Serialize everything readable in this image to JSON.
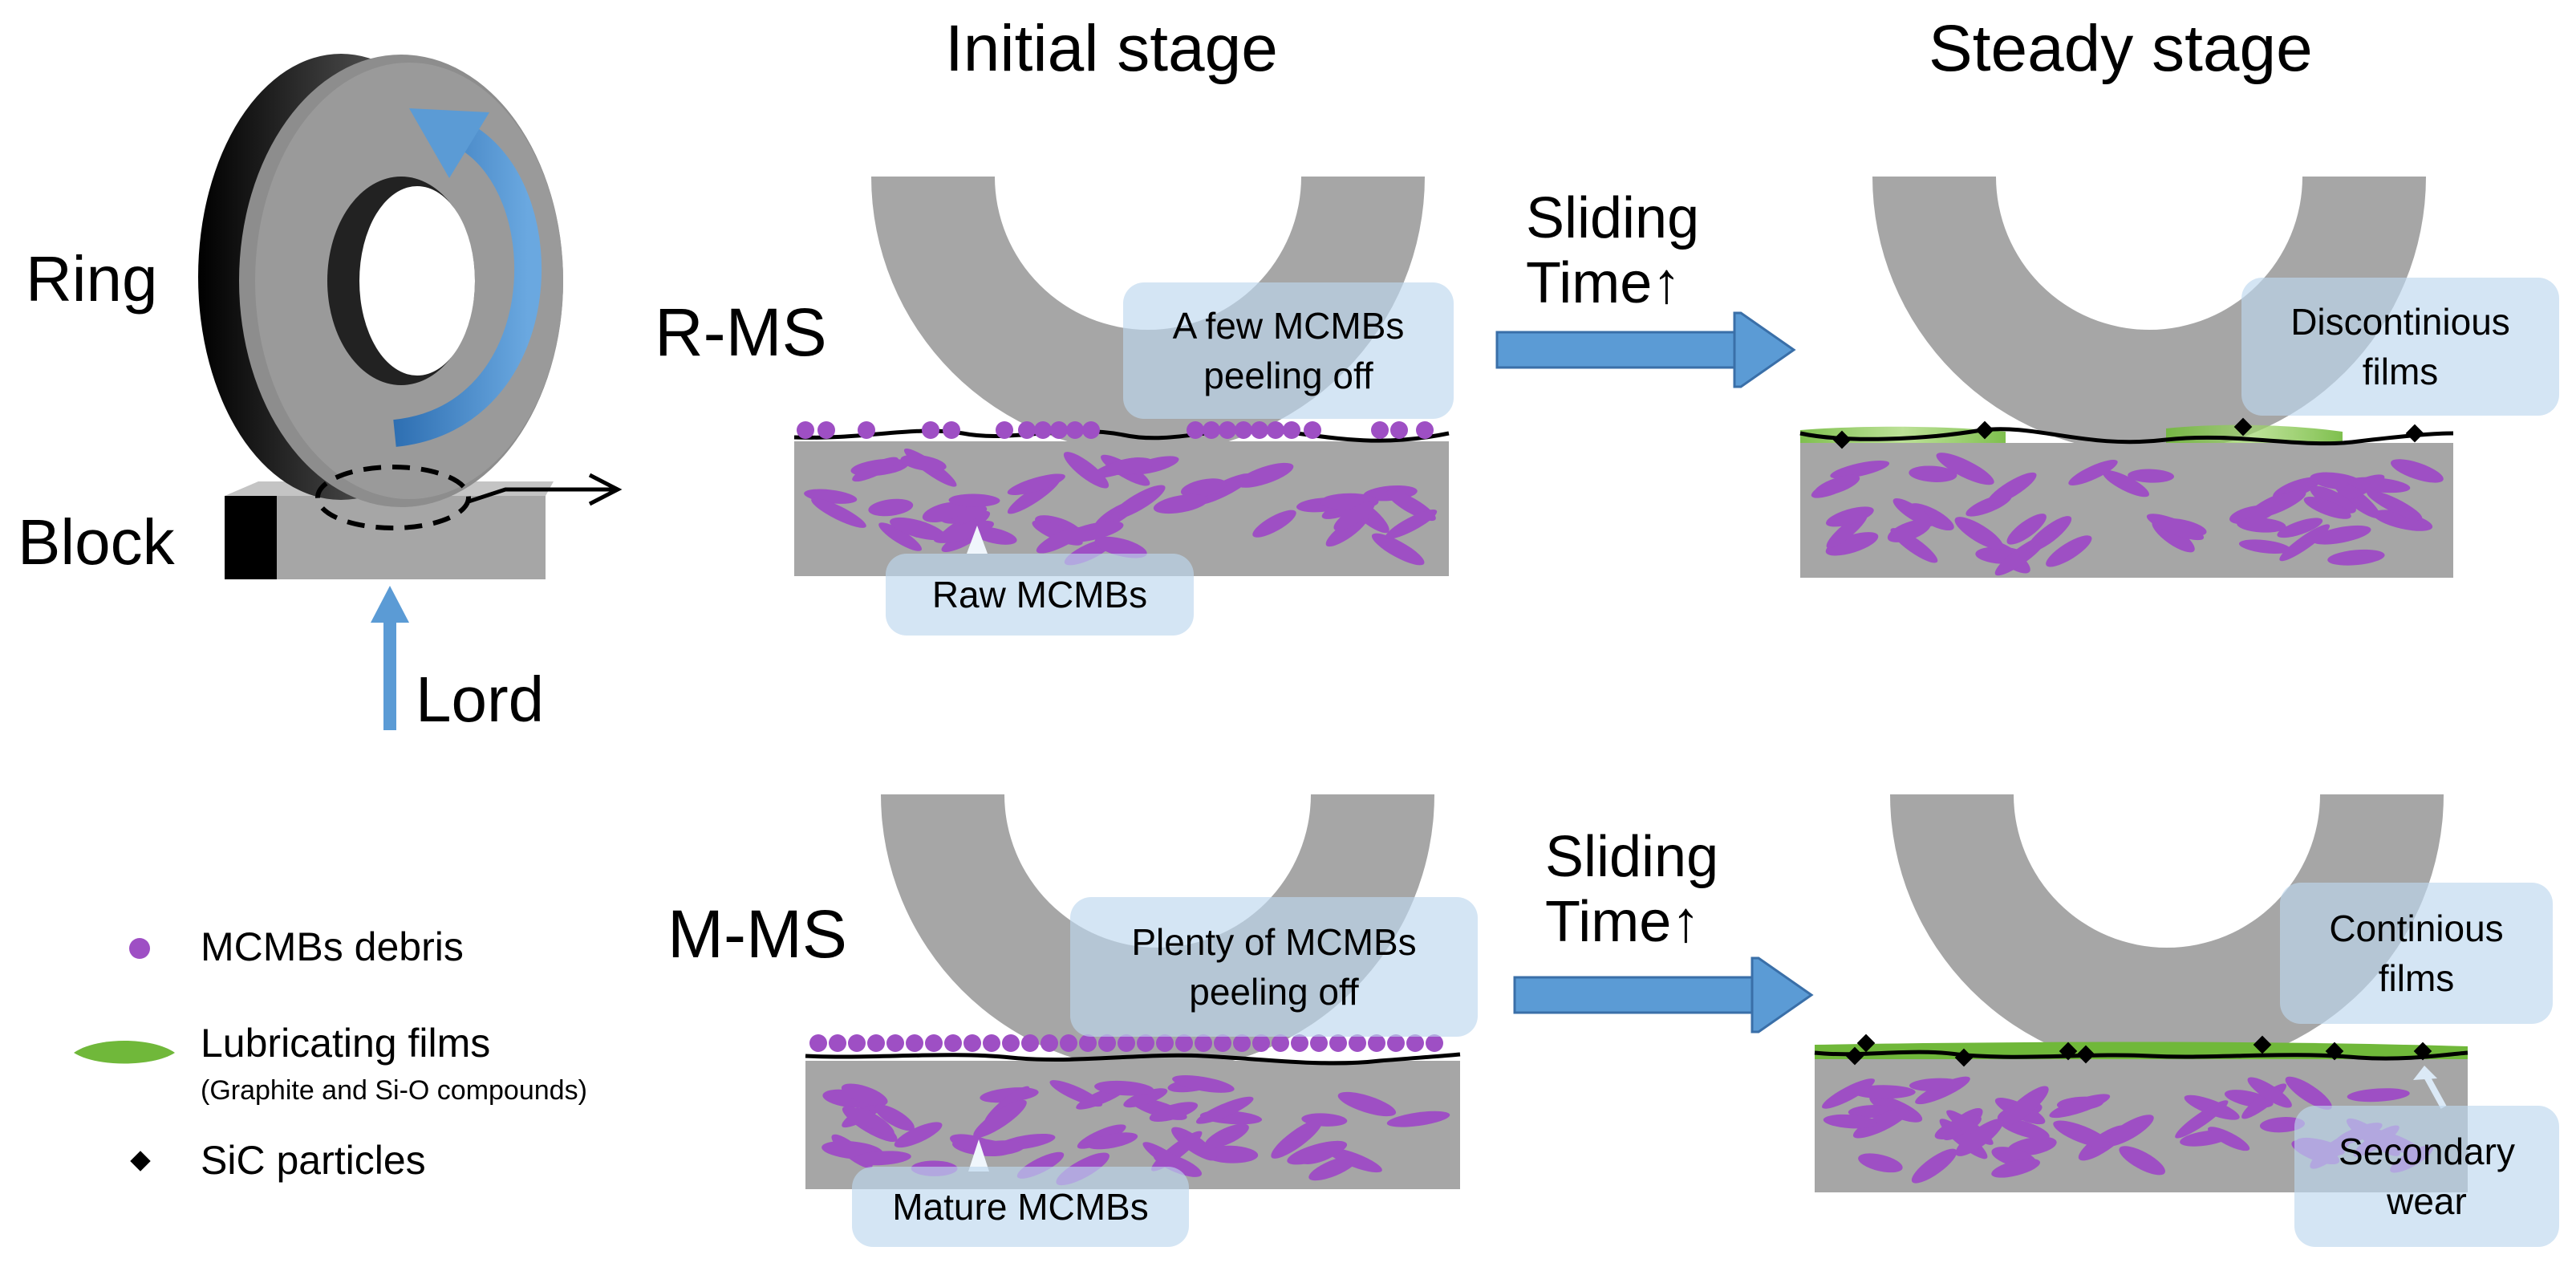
{
  "titles": {
    "initial": "Initial stage",
    "steady": "Steady stage"
  },
  "rows": {
    "r_ms": "R-MS",
    "m_ms": "M-MS"
  },
  "apparatus": {
    "ring": "Ring",
    "block": "Block",
    "load": "Lord"
  },
  "sliding": {
    "top_line1": "Sliding",
    "top_line2": "Time↑",
    "bottom_line1": "Sliding",
    "bottom_line2": "Time↑"
  },
  "callouts": {
    "few_peeling": "A few MCMBs\npeeling off",
    "raw": "Raw MCMBs",
    "discontinuous": "Discontinious\nfilms",
    "plenty_peeling": "Plenty of MCMBs\npeeling off",
    "mature": "Mature MCMBs",
    "continuous": "Continious\nfilms",
    "secondary": "Secondary\nwear"
  },
  "legend": {
    "debris": "MCMBs  debris",
    "films": "Lubricating films",
    "films_sub": "(Graphite and Si-O compounds)",
    "sic": "SiC particles"
  },
  "colors": {
    "ring_gray": "#a6a6a6",
    "substrate_gray": "#a6a6a6",
    "mcmb_purple": "#9e4fc4",
    "film_green": "#70b83a",
    "arrow_blue": "#5b9bd5",
    "callout_blue": "#bdd7ee"
  }
}
